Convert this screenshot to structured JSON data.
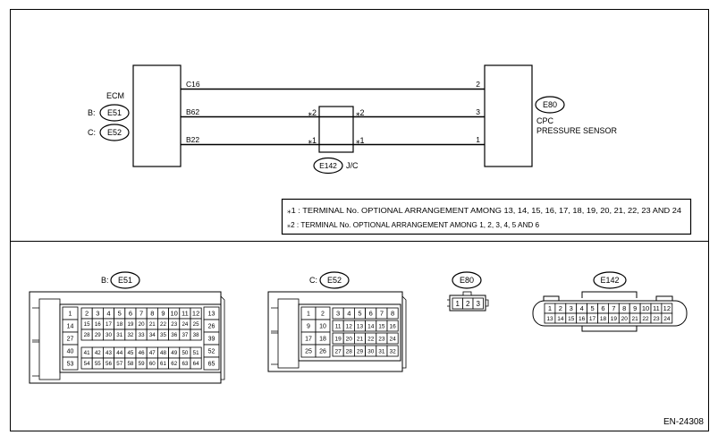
{
  "ecm": {
    "title": "ECM",
    "conn_b_prefix": "B:",
    "conn_b": "E51",
    "conn_c_prefix": "C:",
    "conn_c": "E52",
    "pins": [
      "C16",
      "B62",
      "B22"
    ]
  },
  "sensor": {
    "connector": "E80",
    "name_line1": "CPC",
    "name_line2": "PRESSURE SENSOR",
    "pins": [
      "2",
      "3",
      "1"
    ]
  },
  "jc": {
    "connector": "E142",
    "label": "J/C",
    "marks": [
      "⁎2",
      "⁎2",
      "⁎1",
      "⁎1"
    ]
  },
  "notes": [
    "⁎1 : TERMINAL No. OPTIONAL ARRANGEMENT AMONG 13, 14, 15, 16, 17, 18, 19, 20, 21, 22, 23 AND 24",
    "⁎2 : TERMINAL No. OPTIONAL ARRANGEMENT AMONG 1, 2, 3, 4, 5 AND 6"
  ],
  "connectors": {
    "e51": {
      "prefix": "B:",
      "name": "E51",
      "left_col": [
        "1",
        "14",
        "27",
        "40",
        "53"
      ],
      "grid": [
        [
          "2",
          "3",
          "4",
          "5",
          "6",
          "7",
          "8",
          "9",
          "10",
          "11",
          "12"
        ],
        [
          "15",
          "16",
          "17",
          "18",
          "19",
          "20",
          "21",
          "22",
          "23",
          "24",
          "25"
        ],
        [
          "28",
          "29",
          "30",
          "31",
          "32",
          "33",
          "34",
          "35",
          "36",
          "37",
          "38"
        ],
        [
          "41",
          "42",
          "43",
          "44",
          "45",
          "46",
          "47",
          "48",
          "49",
          "50",
          "51"
        ],
        [
          "54",
          "55",
          "56",
          "57",
          "58",
          "59",
          "60",
          "61",
          "62",
          "63",
          "64"
        ]
      ],
      "right_col": [
        "13",
        "26",
        "39",
        "52",
        "65"
      ]
    },
    "e52": {
      "prefix": "C:",
      "name": "E52",
      "left_grid": [
        [
          "1",
          "2"
        ],
        [
          "9",
          "10"
        ],
        [
          "17",
          "18"
        ],
        [
          "25",
          "26"
        ]
      ],
      "right_grid": [
        [
          "3",
          "4",
          "5",
          "6",
          "7",
          "8"
        ],
        [
          "11",
          "12",
          "13",
          "14",
          "15",
          "16"
        ],
        [
          "19",
          "20",
          "21",
          "22",
          "23",
          "24"
        ],
        [
          "27",
          "28",
          "29",
          "30",
          "31",
          "32"
        ]
      ]
    },
    "e80": {
      "name": "E80",
      "pins": [
        "1",
        "2",
        "3"
      ]
    },
    "e142": {
      "name": "E142",
      "rows": [
        [
          "1",
          "2",
          "3",
          "4",
          "5",
          "6",
          "7",
          "8",
          "9",
          "10",
          "11",
          "12"
        ],
        [
          "13",
          "14",
          "15",
          "16",
          "17",
          "18",
          "19",
          "20",
          "21",
          "22",
          "23",
          "24"
        ]
      ]
    }
  },
  "figure_id": "EN-24308"
}
